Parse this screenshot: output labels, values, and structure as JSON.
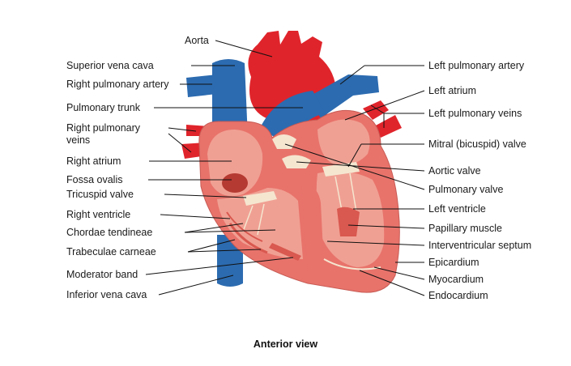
{
  "caption": "Anterior view",
  "labels_left": [
    "Aorta",
    "Superior vena cava",
    "Right pulmonary artery",
    "Pulmonary trunk",
    "Right pulmonary",
    "veins",
    "Right atrium",
    "Fossa ovalis",
    "Tricuspid valve",
    "Right ventricle",
    "Chordae tendineae",
    "Trabeculae carneae",
    "Moderator band",
    "Inferior vena cava"
  ],
  "labels_right": [
    "Left pulmonary artery",
    "Left atrium",
    "Left pulmonary veins",
    "Mitral (bicuspid) valve",
    "Aortic valve",
    "Pulmonary valve",
    "Left ventricle",
    "Papillary muscle",
    "Interventricular septum",
    "Epicardium",
    "Myocardium",
    "Endocardium"
  ],
  "colors": {
    "artery_red": "#e0242b",
    "vein_blue": "#2c6bb0",
    "myocardium": "#e8736b",
    "chamber": "#f0a093",
    "valve": "#f5e6d0"
  }
}
